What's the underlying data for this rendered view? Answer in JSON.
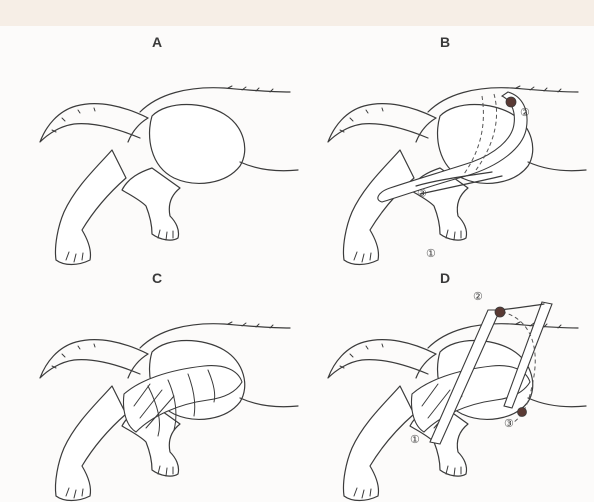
{
  "panels": [
    {
      "label": "A"
    },
    {
      "label": "B",
      "markers": [
        "②",
        "③",
        "①"
      ]
    },
    {
      "label": "C"
    },
    {
      "label": "D",
      "markers": [
        "②",
        "③",
        "①"
      ]
    }
  ],
  "colors": {
    "background": "#fcfbfa",
    "ink": "#3b3b3b",
    "strap_knot": "#5a3a34",
    "header_band": "#f6eee6"
  }
}
